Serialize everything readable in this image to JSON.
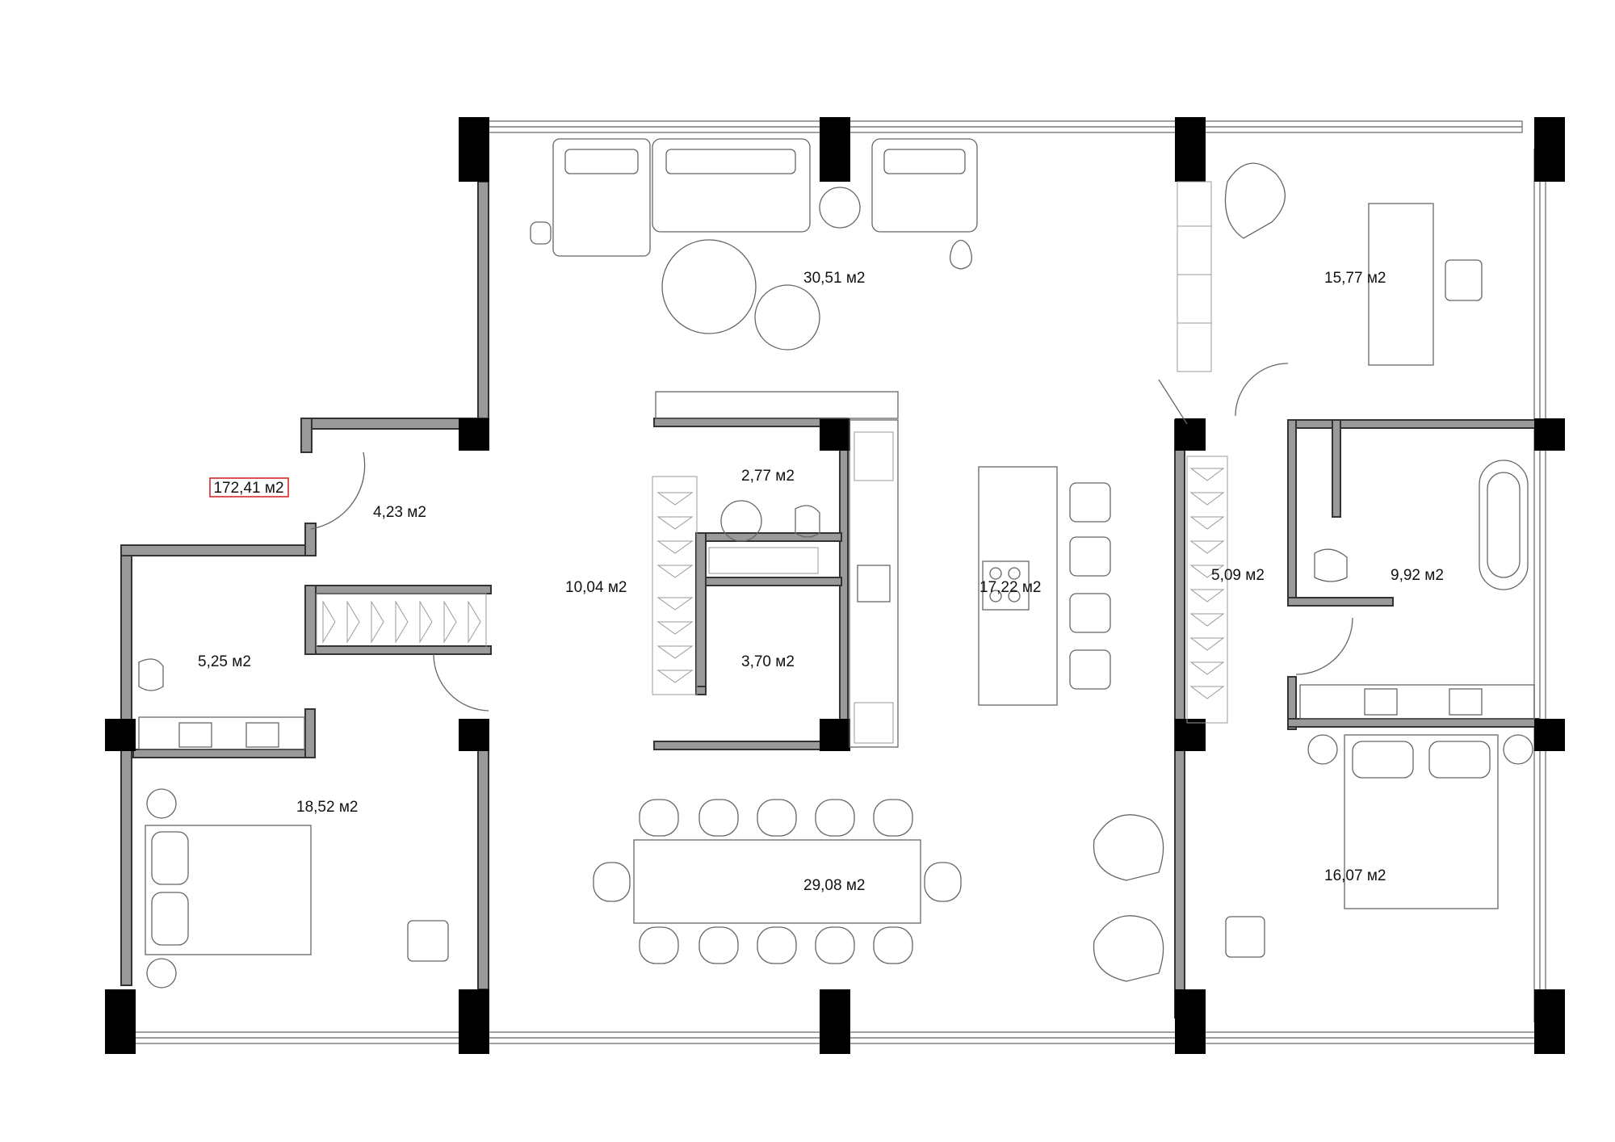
{
  "total_area": "172,41 м2",
  "rooms": [
    {
      "id": "living",
      "area": "30,51 м2"
    },
    {
      "id": "office",
      "area": "15,77 м2"
    },
    {
      "id": "wc-small",
      "area": "2,77 м2"
    },
    {
      "id": "entry",
      "area": "4,23 м2"
    },
    {
      "id": "hall",
      "area": "10,04 м2"
    },
    {
      "id": "kitchen",
      "area": "17,22 м2"
    },
    {
      "id": "corridor",
      "area": "5,09 м2"
    },
    {
      "id": "master-bath",
      "area": "9,92 м2"
    },
    {
      "id": "bath",
      "area": "5,25 м2"
    },
    {
      "id": "storage",
      "area": "3,70 м2"
    },
    {
      "id": "bedroom-left",
      "area": "18,52 м2"
    },
    {
      "id": "dining",
      "area": "29,08 м2"
    },
    {
      "id": "bedroom-right",
      "area": "16,07 м2"
    }
  ],
  "colors": {
    "wall": "#9a9a9a",
    "pillar": "#000000",
    "outline": "#666666",
    "highlight": "#d42a2a"
  }
}
